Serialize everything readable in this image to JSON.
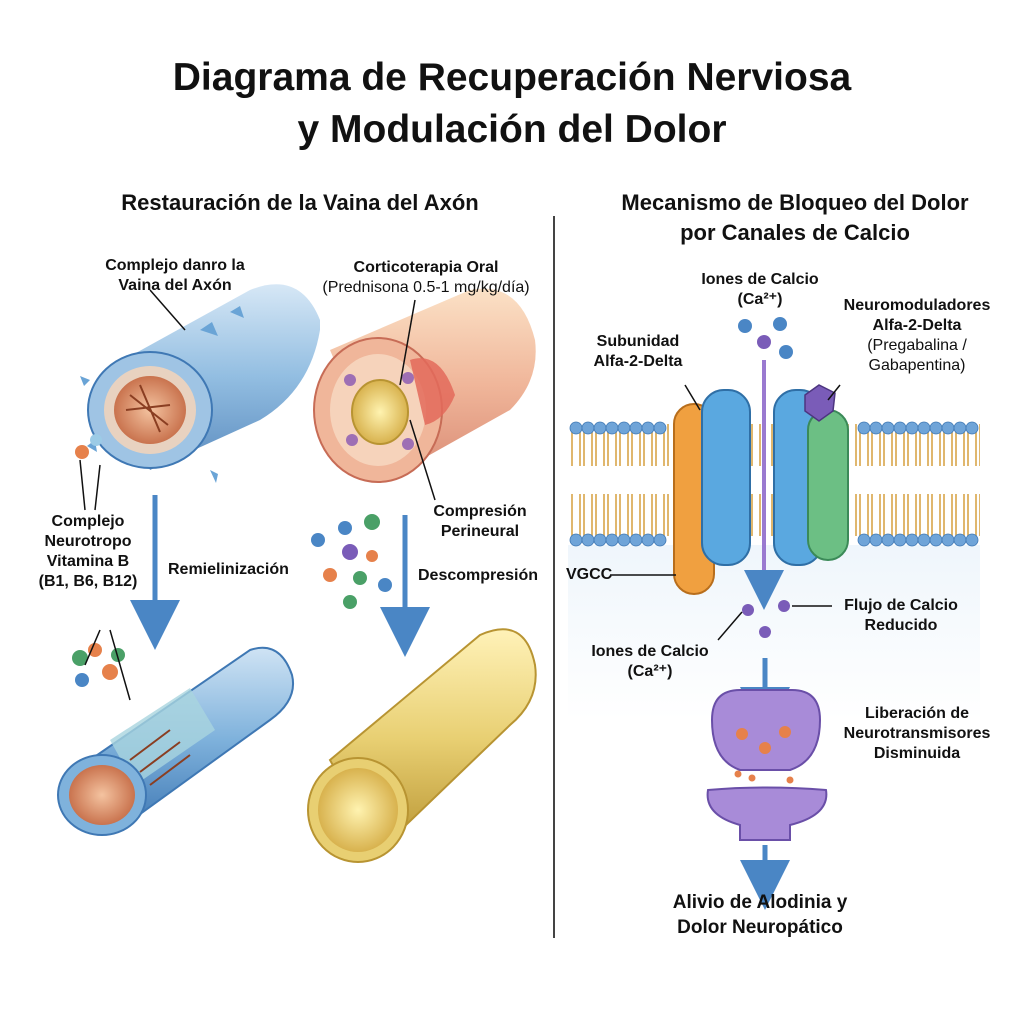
{
  "title": {
    "line1": "Diagrama de Recuperación Nerviosa",
    "line2": "y Modulación del Dolor"
  },
  "left_panel": {
    "heading": "Restauración de la Vaina del Axón",
    "damaged_label": [
      "Complejo danro la",
      "Vaina del Axón"
    ],
    "cortico_label": [
      "Corticoterapia Oral",
      "(Prednisona 0.5-1 mg/kg/día)"
    ],
    "vitamin_label": [
      "Complejo",
      "Neurotropo",
      "Vitamina B",
      "(B1, B6, B12)"
    ],
    "compression_label": [
      "Compresión",
      "Perineural"
    ],
    "remyelination_label": "Remielinización",
    "decompression_label": "Descompresión"
  },
  "right_panel": {
    "heading_line1": "Mecanismo de Bloqueo del Dolor",
    "heading_line2": "por Canales de Calcio",
    "calcium_ions_top": [
      "Iones de Calcio",
      "(Ca²⁺)"
    ],
    "neuromodulators": [
      "Neuromoduladores",
      "Alfa-2-Delta",
      "(Pregabalina /",
      "Gabapentina)"
    ],
    "subunit": [
      "Subunidad",
      "Alfa-2-Delta"
    ],
    "vgcc": "VGCC",
    "reduced_flow": [
      "Flujo de Calcio",
      "Reducido"
    ],
    "calcium_ions_bottom": [
      "Iones de Calcio",
      "(Ca²⁺)"
    ],
    "release": [
      "Liberación de",
      "Neurotransmisores",
      "Disminuida"
    ],
    "final_line1": "Alivio de Alodinia y",
    "final_line2": "Dolor Neuropático"
  },
  "colors": {
    "arrow_blue": "#4a86c5",
    "membrane_head": "#6fa4d8",
    "lipid_tail": "#d9a54a",
    "channel_blue": "#5aa8e0",
    "subunit_orange": "#f0a040",
    "subunit_green": "#6cbf84",
    "drug_purple": "#7a5cb8",
    "synapse_purple": "#a88bd8",
    "myelin_yellow": "#e8cf72",
    "inflamed_pink": "#e9a08e"
  }
}
